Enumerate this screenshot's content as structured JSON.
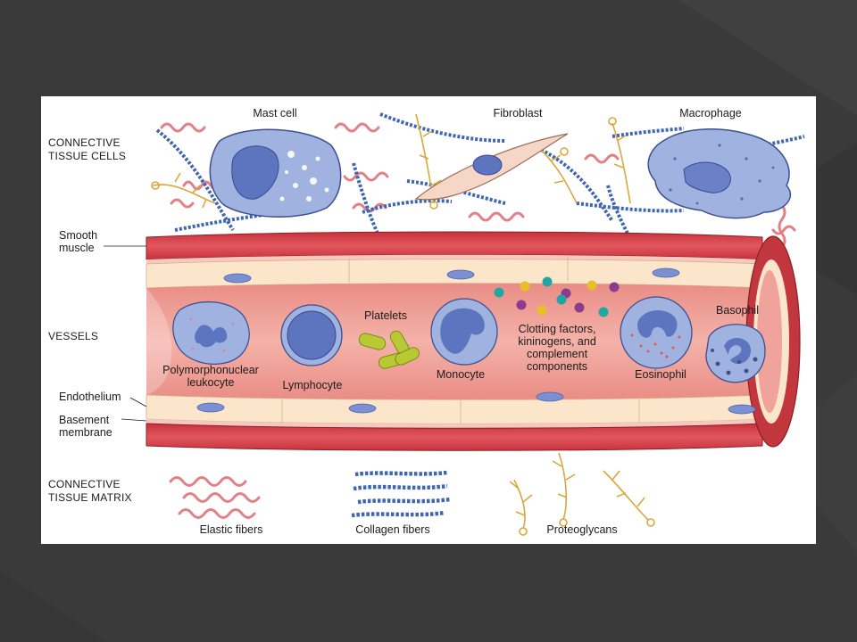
{
  "sections": {
    "cells": "CONNECTIVE TISSUE CELLS",
    "vessels": "VESSELS",
    "matrix": "CONNECTIVE TISSUE MATRIX"
  },
  "top_cells": {
    "mast_cell": "Mast cell",
    "fibroblast": "Fibroblast",
    "macrophage": "Macrophage"
  },
  "vessel_layers": {
    "smooth_muscle": "Smooth muscle",
    "endothelium": "Endothelium",
    "basement_membrane": "Basement membrane"
  },
  "vessel_contents": {
    "pmn": "Polymorphonuclear leukocyte",
    "lymphocyte": "Lymphocyte",
    "platelets": "Platelets",
    "monocyte": "Monocyte",
    "clotting": "Clotting factors, kininogens, and complement components",
    "eosinophil": "Eosinophil",
    "basophil": "Basophil"
  },
  "matrix": {
    "elastic": "Elastic fibers",
    "collagen": "Collagen fibers",
    "proteoglycans": "Proteoglycans"
  },
  "colors": {
    "background": "#3a3a3a",
    "vessel_wall": "#d9474f",
    "vessel_lumen": "#f0a39a",
    "endothelium": "#fbe6cc",
    "cell_blue": "#9fb2e0",
    "nucleus": "#5d74bf",
    "elastic_fiber": "#e57f86",
    "collagen_fiber": "#3f66b2",
    "proteoglycan": "#d8a93a",
    "platelet": "#b9c934"
  }
}
